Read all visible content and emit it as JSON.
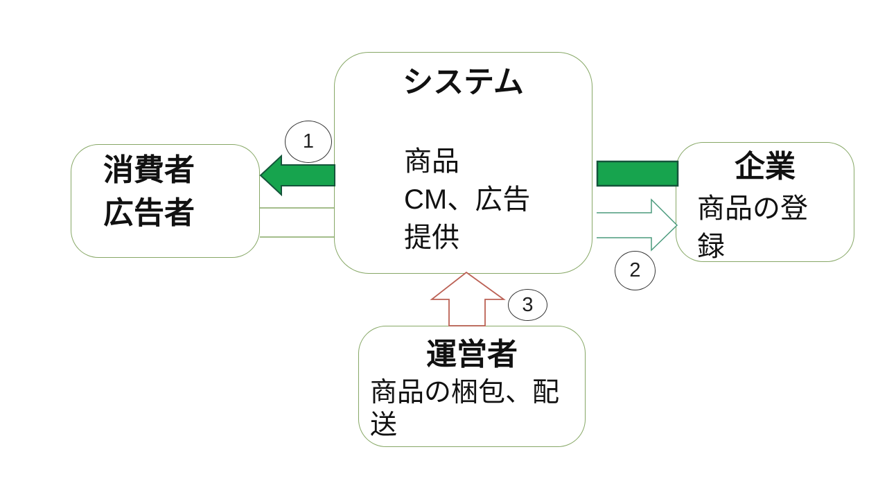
{
  "colors": {
    "box_border": "#86a765",
    "green_arrow_fill": "#17a44e",
    "green_arrow_stroke": "#14543a",
    "outline_arrow_green": "#4a9a7c",
    "outline_arrow_red": "#bb6054",
    "circle_border": "#333333",
    "text": "#111111"
  },
  "nodes": {
    "system": {
      "title": "システム",
      "lines": [
        "商品",
        "CM、広告",
        "提供"
      ]
    },
    "consumer": {
      "lines": [
        "消費者",
        "広告者"
      ]
    },
    "company": {
      "title": "企業",
      "body": "商品の登録"
    },
    "operator": {
      "title": "運営者",
      "body": "商品の梱包、配送"
    }
  },
  "labels": {
    "step1": "1",
    "step2": "2",
    "step3": "3"
  },
  "edges": [
    {
      "id": "system-to-consumer",
      "type": "solid-green-arrow-left",
      "step": "1"
    },
    {
      "id": "consumer-to-system",
      "type": "outlined-connector"
    },
    {
      "id": "system-to-company-bar",
      "type": "solid-green-bar"
    },
    {
      "id": "system-to-company-arrow",
      "type": "outlined-green-arrow-right",
      "step": "2"
    },
    {
      "id": "operator-to-system",
      "type": "outlined-red-arrow-up",
      "step": "3"
    }
  ]
}
